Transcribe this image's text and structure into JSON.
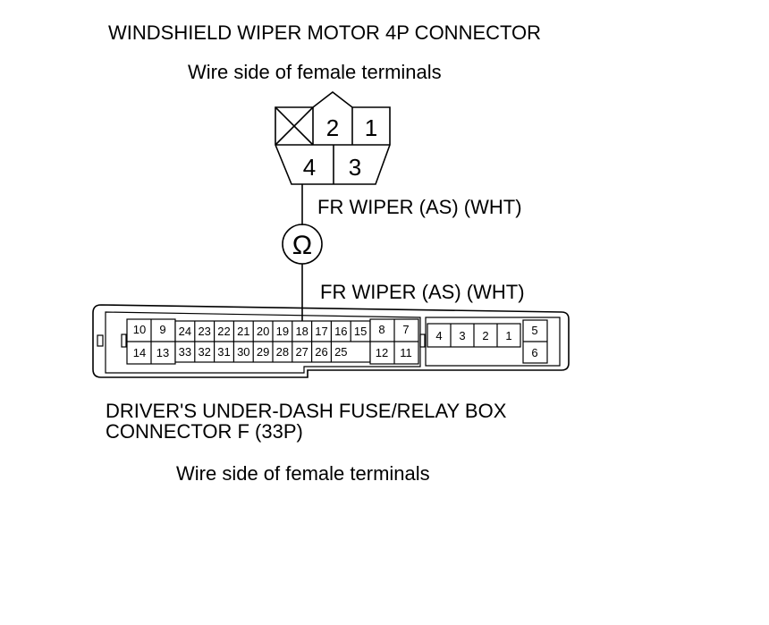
{
  "top_connector": {
    "title": "WINDSHIELD WIPER MOTOR 4P CONNECTOR",
    "subtitle": "Wire side of female terminals",
    "pins_top": [
      "2",
      "1"
    ],
    "pins_bottom": [
      "4",
      "3"
    ]
  },
  "wire": {
    "label_upper": "FR WIPER (AS) (WHT)",
    "label_lower": "FR WIPER (AS) (WHT)",
    "meter_symbol": "Ω"
  },
  "bottom_connector": {
    "title_line1": "DRIVER'S UNDER-DASH FUSE/RELAY BOX",
    "title_line2": "CONNECTOR F (33P)",
    "subtitle": "Wire side of female terminals",
    "left_top": [
      "10",
      "9"
    ],
    "left_bottom": [
      "14",
      "13"
    ],
    "mid_top": [
      "24",
      "23",
      "22",
      "21",
      "20",
      "19",
      "18",
      "17",
      "16",
      "15"
    ],
    "mid_bottom": [
      "33",
      "32",
      "31",
      "30",
      "29",
      "28",
      "27",
      "26",
      "25"
    ],
    "right_block_top": [
      "8",
      "7"
    ],
    "right_block_bottom": [
      "12",
      "11"
    ],
    "right_row": [
      "4",
      "3",
      "2",
      "1"
    ],
    "far_right": [
      "5",
      "6"
    ]
  }
}
